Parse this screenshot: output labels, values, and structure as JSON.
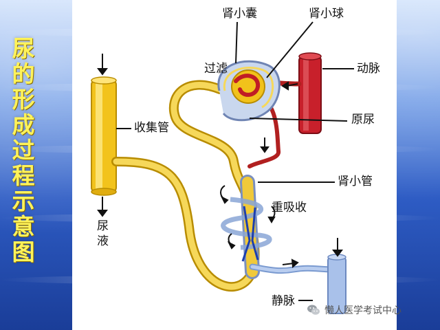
{
  "slide": {
    "title": "尿的形成过程示意图"
  },
  "diagram": {
    "labels": {
      "bowman_capsule": "肾小囊",
      "glomerulus": "肾小球",
      "filtration": "过滤",
      "artery": "动脉",
      "collecting_duct": "收集管",
      "primary_urine": "原尿",
      "renal_tubule": "肾小管",
      "reabsorption": "重吸收",
      "urine": "尿\n液",
      "vein": "静脉"
    }
  },
  "watermark": {
    "text": "懒人医学考试中心",
    "icon": "wechat-icon"
  }
}
